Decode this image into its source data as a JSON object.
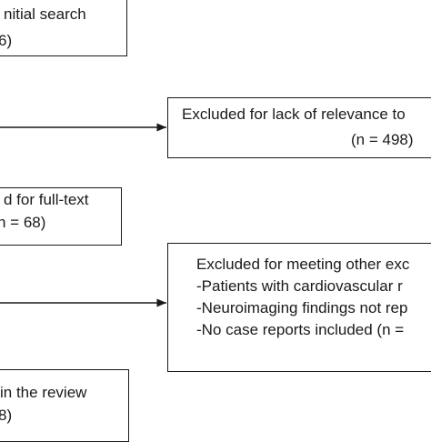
{
  "flowchart": {
    "box1": {
      "line1": "nitial search",
      "line2": "6)"
    },
    "excluded1": {
      "line1": "Excluded for lack of relevance to",
      "line2": "(n = 498)"
    },
    "box2": {
      "line1": "d for full-text",
      "line2": "n = 68)"
    },
    "excluded2": {
      "line1": "Excluded for meeting other exc",
      "line2": "-Patients with cardiovascular r",
      "line3": "-Neuroimaging findings not rep",
      "line4": "-No case reports included (n ="
    },
    "box3": {
      "line1": "in the review",
      "line2": "8)"
    }
  }
}
